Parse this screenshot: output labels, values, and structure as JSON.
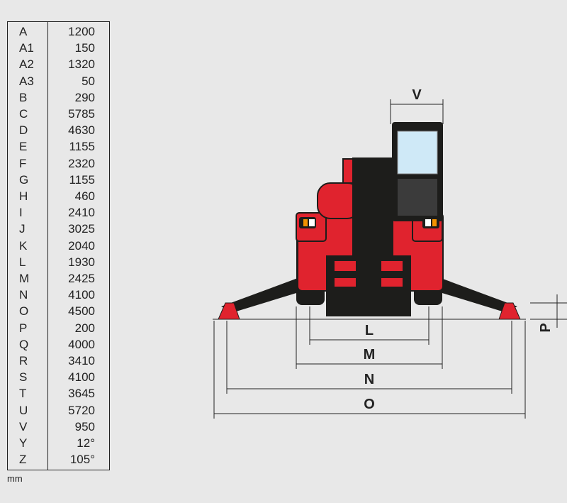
{
  "spec_table": {
    "rows": [
      {
        "code": "A",
        "value": "1200"
      },
      {
        "code": "A1",
        "value": "150"
      },
      {
        "code": "A2",
        "value": "1320"
      },
      {
        "code": "A3",
        "value": "50"
      },
      {
        "code": "B",
        "value": "290"
      },
      {
        "code": "C",
        "value": "5785"
      },
      {
        "code": "D",
        "value": "4630"
      },
      {
        "code": "E",
        "value": "1155"
      },
      {
        "code": "F",
        "value": "2320"
      },
      {
        "code": "G",
        "value": "1155"
      },
      {
        "code": "H",
        "value": "460"
      },
      {
        "code": "I",
        "value": "2410"
      },
      {
        "code": "J",
        "value": "3025"
      },
      {
        "code": "K",
        "value": "2040"
      },
      {
        "code": "L",
        "value": "1930"
      },
      {
        "code": "M",
        "value": "2425"
      },
      {
        "code": "N",
        "value": "4100"
      },
      {
        "code": "O",
        "value": "4500"
      },
      {
        "code": "P",
        "value": "200"
      },
      {
        "code": "Q",
        "value": "4000"
      },
      {
        "code": "R",
        "value": "3410"
      },
      {
        "code": "S",
        "value": "4100"
      },
      {
        "code": "T",
        "value": "3645"
      },
      {
        "code": "U",
        "value": "5720"
      },
      {
        "code": "V",
        "value": "950"
      },
      {
        "code": "Y",
        "value": "12°"
      },
      {
        "code": "Z",
        "value": "105°"
      }
    ],
    "unit": "mm"
  },
  "dimension_labels": {
    "v": "V",
    "l": "L",
    "m": "M",
    "n": "N",
    "o": "O",
    "p": "P"
  },
  "colors": {
    "background": "#e8e8e8",
    "machine_red": "#e0232e",
    "machine_dark": "#1d1d1b",
    "line": "#222222"
  }
}
